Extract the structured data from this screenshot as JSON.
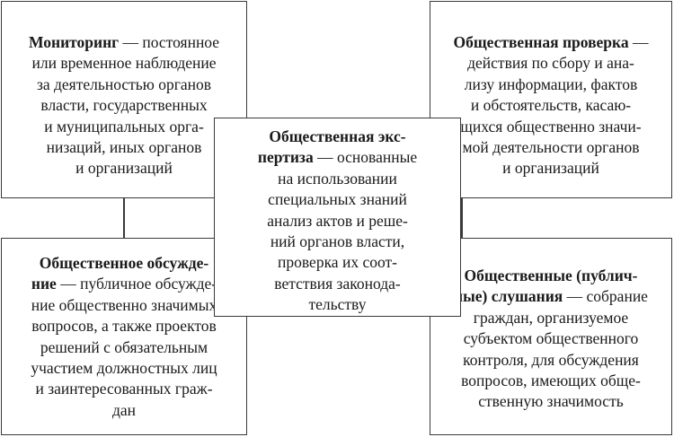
{
  "diagram": {
    "monitoring": {
      "term": "Мониторинг",
      "rest": [
        " — постоянное",
        "или временное наблюдение",
        "за деятельностью органов",
        "власти, государственных",
        "и муниципальных орга-",
        "низаций, иных органов",
        "и организаций"
      ]
    },
    "check": {
      "term": "Общественная проверка",
      "rest": [
        " —",
        "действия по сбору и ана-",
        "лизу информации, фактов",
        "и обстоятельств, касаю-",
        "щихся общественно значи-",
        "мой деятельности органов",
        "и организаций"
      ]
    },
    "expertise": {
      "term1": "Общественная экс-",
      "term2": "пертиза",
      "rest": [
        " — основанные",
        "на использовании",
        "специальных знаний",
        "анализ актов и реше-",
        "ний органов власти,",
        "проверка их соот-",
        "ветствия законода-",
        "тельству"
      ]
    },
    "discussion": {
      "term1": "Общественное обсужде-",
      "term2": "ние",
      "rest": [
        " — публичное обсужде-",
        "ние общественно значимых",
        "вопросов, а также проектов",
        "решений с обязательным",
        "участием должностных лиц",
        "и заинтересованных граж-",
        "дан"
      ]
    },
    "hearings": {
      "term1": "Общественные (публич-",
      "term2": "ные) слушания",
      "rest": [
        " — собрание",
        "граждан, организуемое",
        "субъектом общественного",
        "контроля, для обсуждения",
        "вопросов, имеющих обще-",
        "ственную значимость"
      ]
    }
  }
}
